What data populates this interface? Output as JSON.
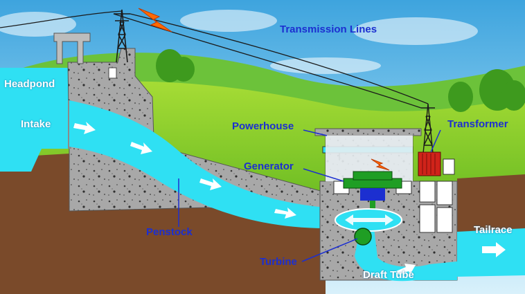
{
  "labels": {
    "transmission_lines": "Transmission Lines",
    "headpond": "Headpond",
    "intake": "Intake",
    "powerhouse": "Powerhouse",
    "transformer": "Transformer",
    "generator": "Generator",
    "penstock": "Penstock",
    "turbine": "Turbine",
    "draft_tube": "Draft Tube",
    "tailrace": "Tailrace"
  },
  "colors": {
    "sky": "#5ab7e6",
    "hill_light": "#8fcf2a",
    "hill_dark": "#4aa31e",
    "ground": "#7a4a2a",
    "concrete": "#a7a7a7",
    "water": "#2fe0f3",
    "label_blue": "#1c2fd0",
    "generator_green": "#1f9e24",
    "transformer_red": "#d0231a"
  },
  "icons": [
    "lightning-bolt-icon",
    "transmission-tower-icon",
    "flow-arrow-icon"
  ]
}
